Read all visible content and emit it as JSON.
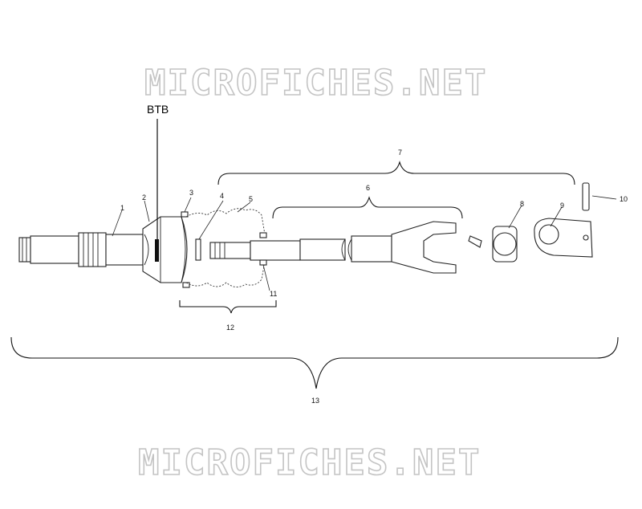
{
  "watermark": {
    "text": "MICROFICHES.NET"
  },
  "diagram": {
    "label_btb": "BTB",
    "callouts": [
      "1",
      "2",
      "3",
      "4",
      "5",
      "6",
      "7",
      "8",
      "9",
      "10",
      "11",
      "12",
      "13"
    ]
  }
}
